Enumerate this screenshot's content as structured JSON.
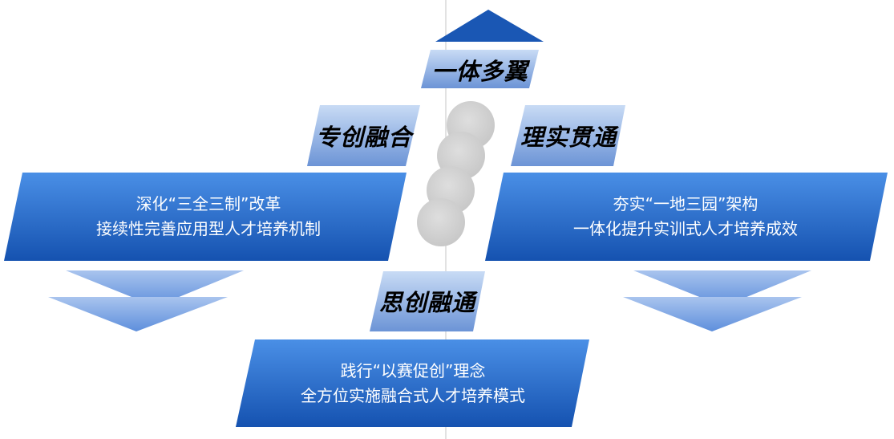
{
  "top_label": "一体多翼",
  "left_label": "专创融合",
  "right_label": "理实贯通",
  "bottom_label": "思创融通",
  "left_box": {
    "line1": "深化“三全三制”改革",
    "line2": "接续性完善应用型人才培养机制"
  },
  "right_box": {
    "line1": "夯实“一地三园”架构",
    "line2": "一体化提升实训式人才培养成效"
  },
  "bottom_box": {
    "line1": "践行“以赛促创”理念",
    "line2": "全方位实施融合式人才培养模式"
  },
  "colors": {
    "box_dark": "#1f63c4",
    "box_light": "#4a8fe6",
    "label_light": "#b7cdf0",
    "label_dark": "#6f98d8",
    "arrow": "#1a57b4",
    "circles": "#d3d3d3"
  }
}
